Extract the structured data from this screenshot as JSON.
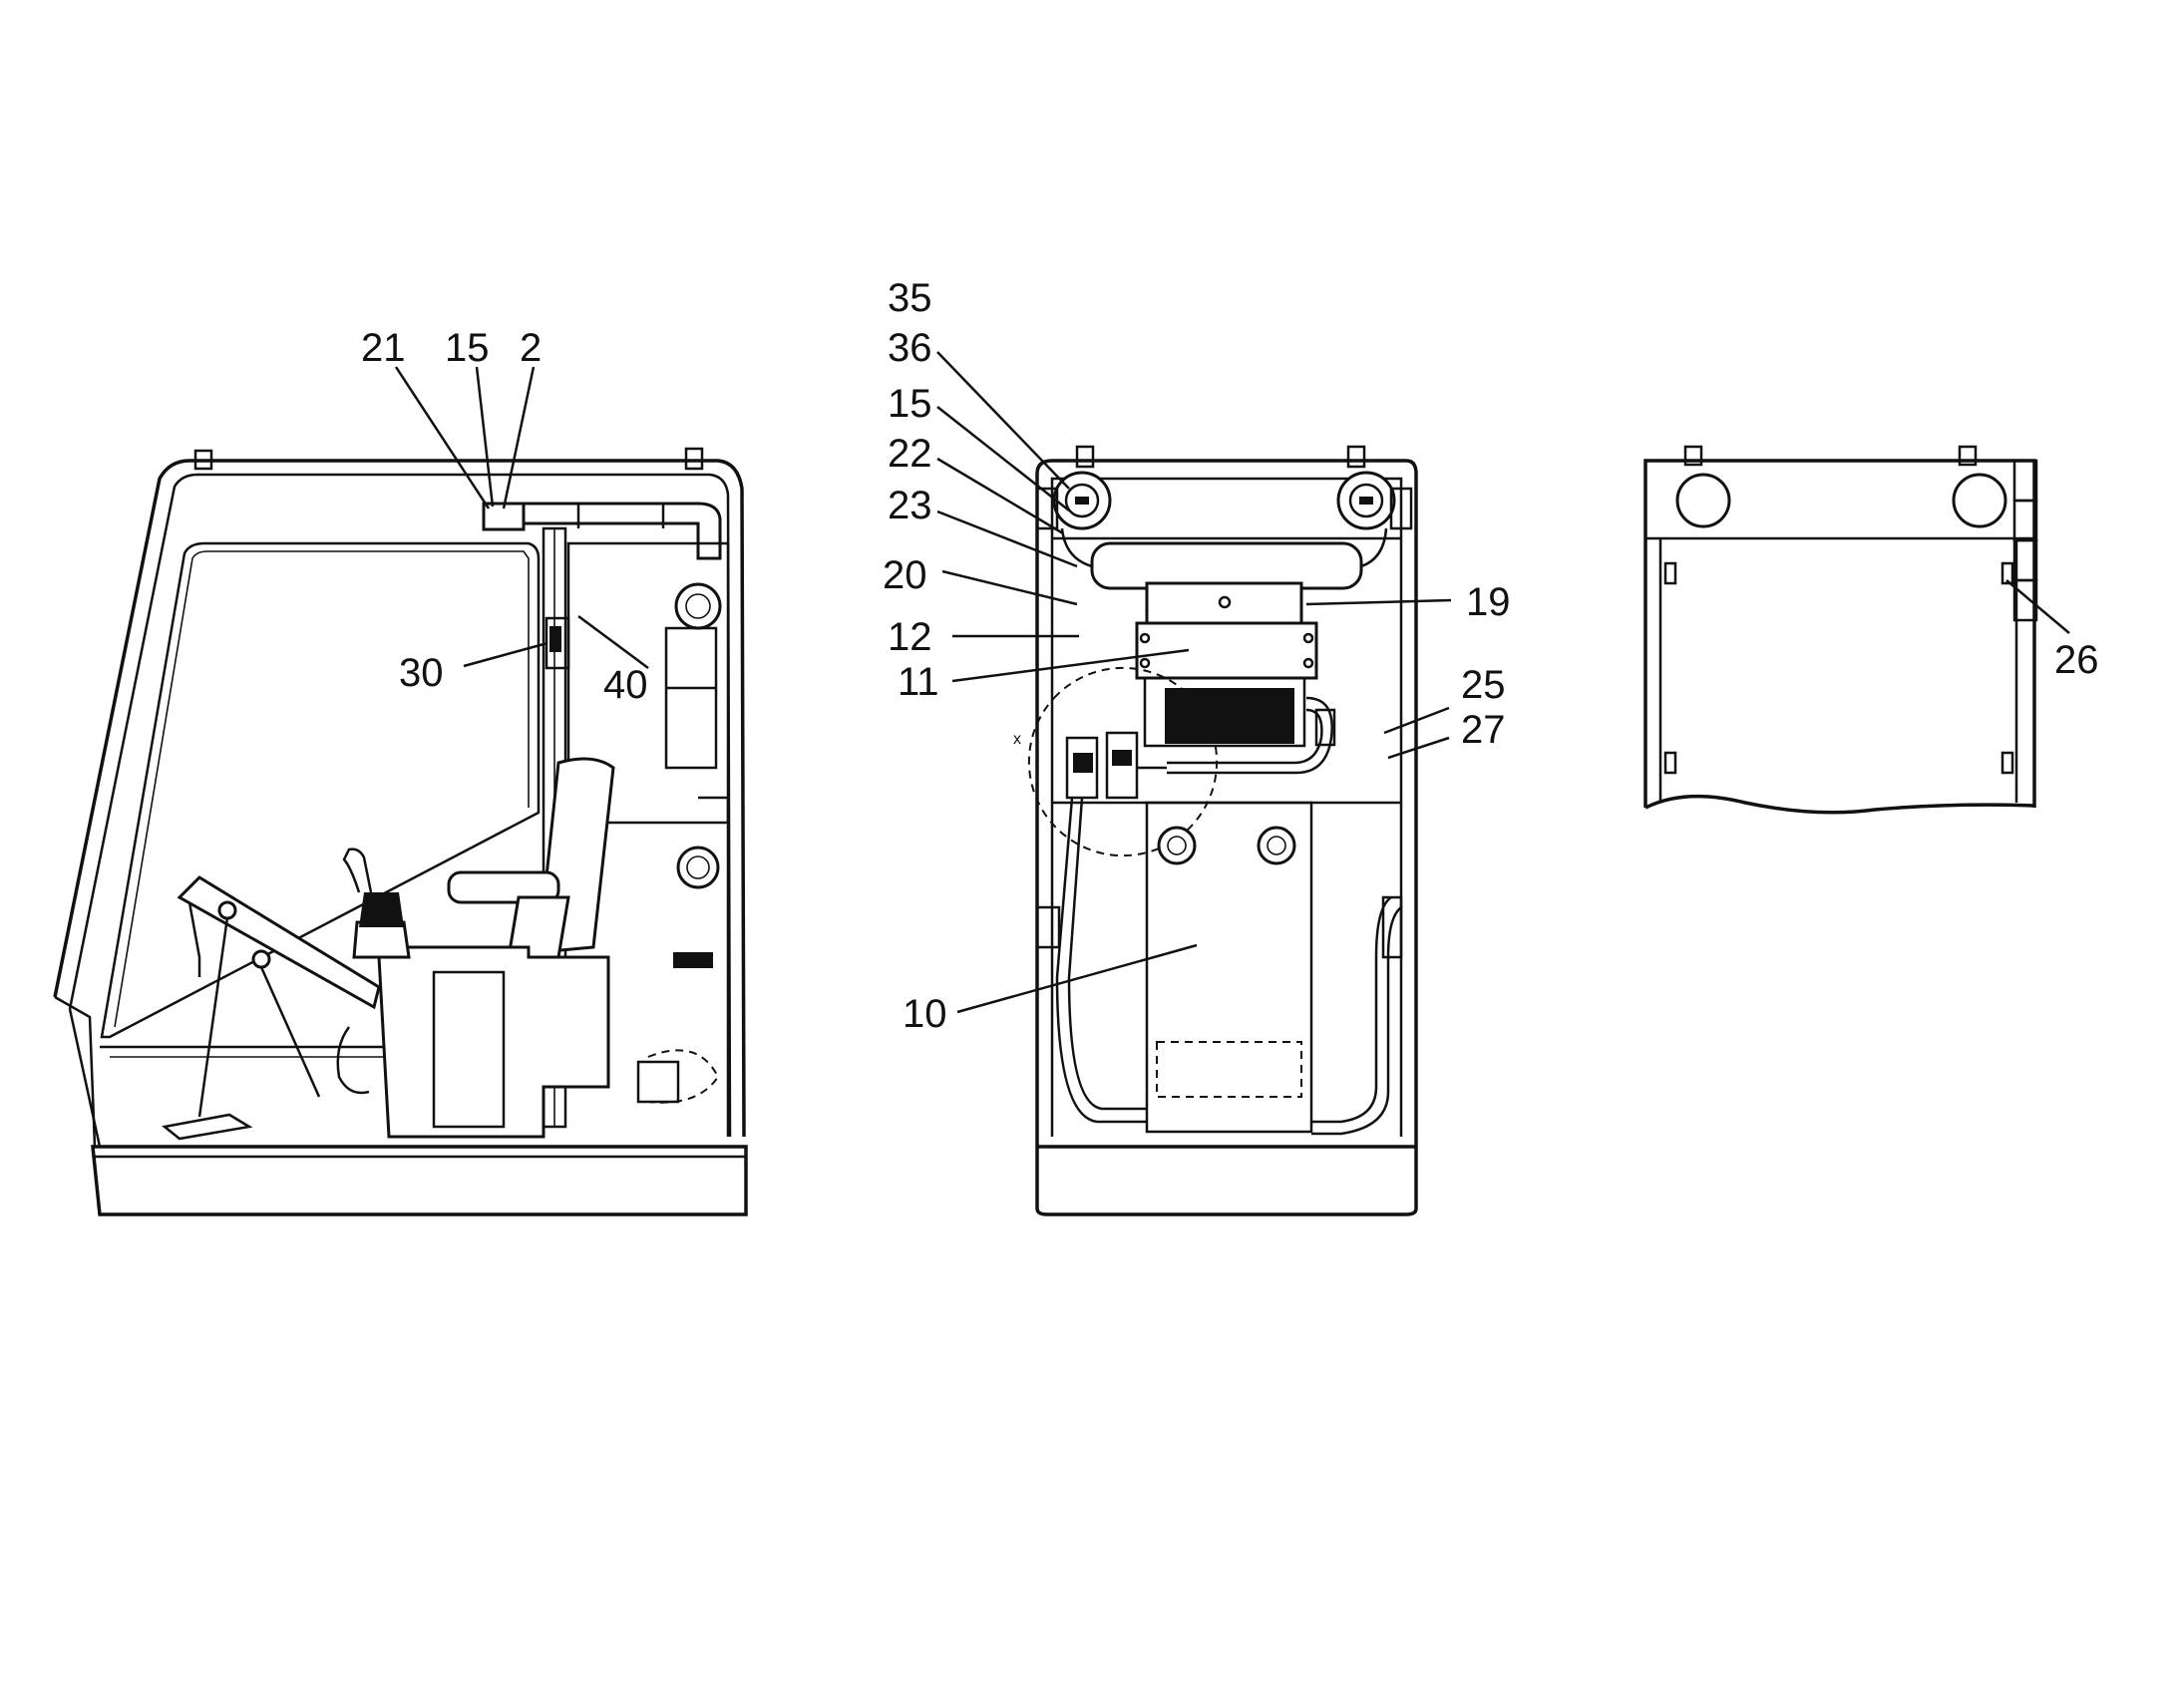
{
  "labels": {
    "left_view": [
      "21",
      "15",
      "2",
      "30",
      "40"
    ],
    "center_view": [
      "35",
      "36",
      "15",
      "22",
      "23",
      "20",
      "12",
      "11",
      "19",
      "25",
      "27",
      "10"
    ],
    "right_view": [
      "26"
    ]
  },
  "marks": {
    "x_marker": "x"
  }
}
